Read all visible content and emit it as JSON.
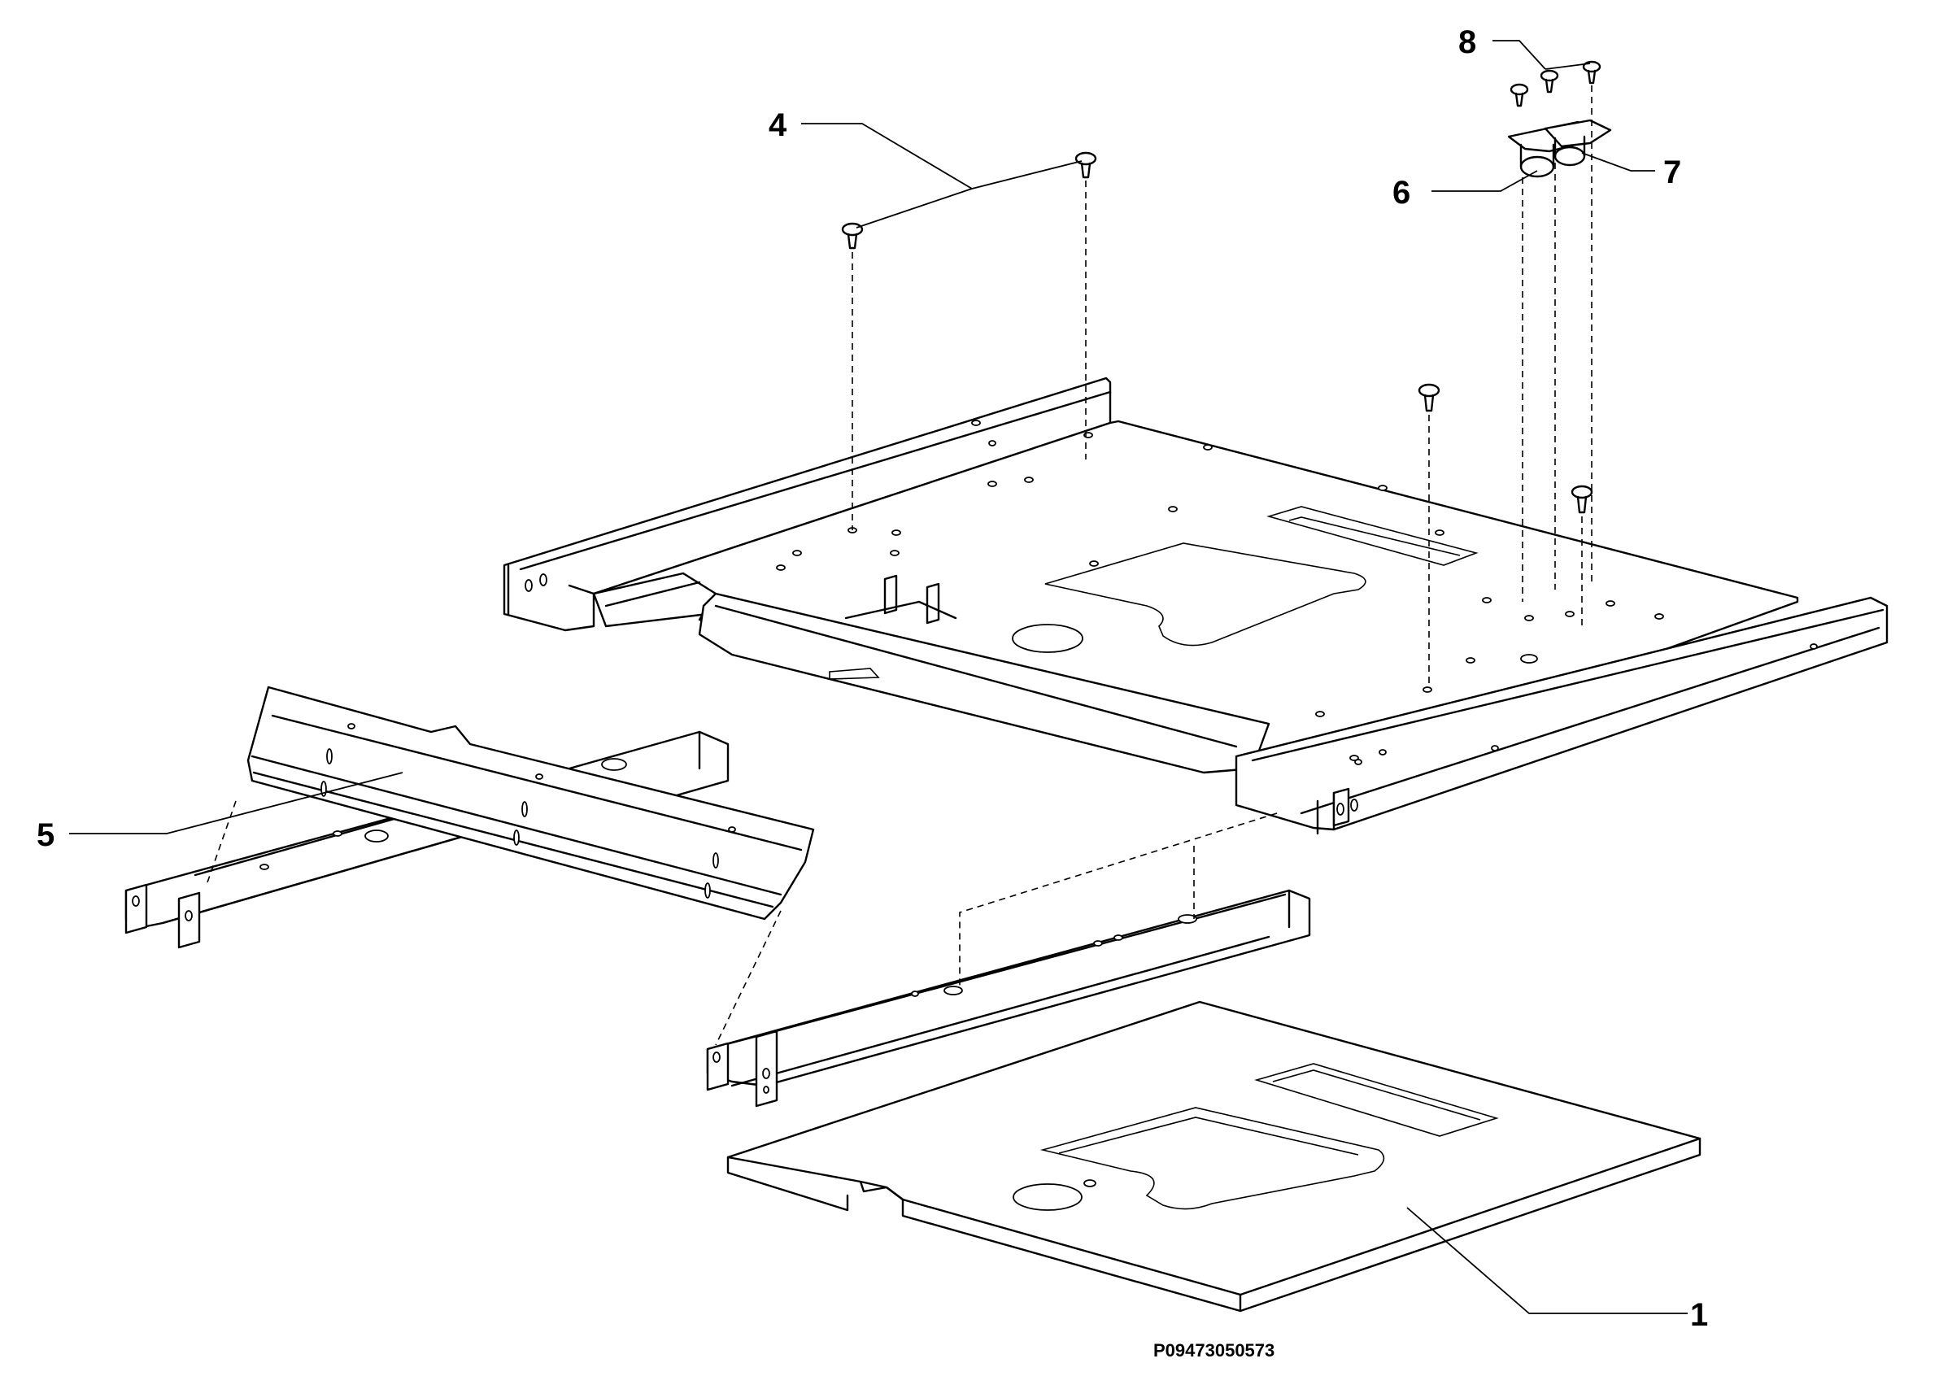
{
  "diagram": {
    "callouts": [
      {
        "id": "1",
        "label": "1"
      },
      {
        "id": "4",
        "label": "4"
      },
      {
        "id": "5",
        "label": "5"
      },
      {
        "id": "6",
        "label": "6"
      },
      {
        "id": "7",
        "label": "7"
      },
      {
        "id": "8",
        "label": "8"
      }
    ],
    "reference_code": "P09473050573"
  }
}
